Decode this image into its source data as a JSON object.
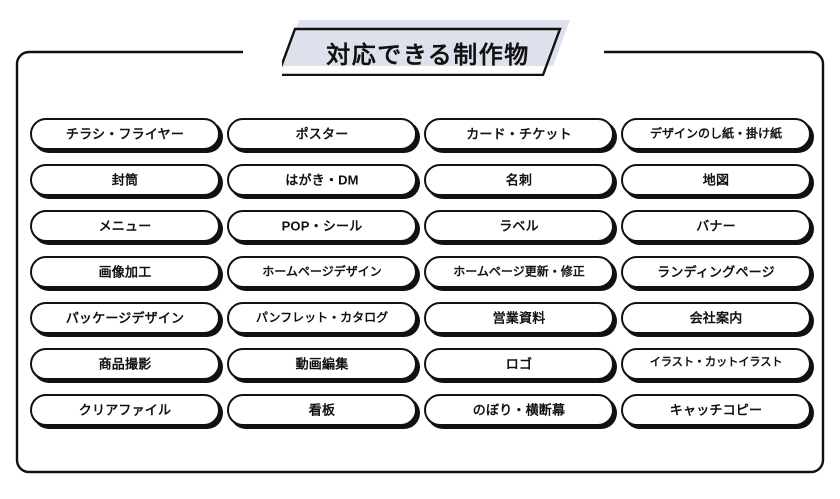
{
  "colors": {
    "ink": "#111111",
    "banner_fill": "#dde1ec",
    "page_background": "#ffffff",
    "pill_fill": "#ffffff"
  },
  "header": {
    "title": "対応できる制作物"
  },
  "grid": {
    "columns": 4,
    "rows": 7,
    "items": [
      "チラシ・フライヤー",
      "ポスター",
      "カード・チケット",
      "デザインのし紙・掛け紙",
      "封筒",
      "はがき・DM",
      "名刺",
      "地図",
      "メニュー",
      "POP・シール",
      "ラベル",
      "バナー",
      "画像加工",
      "ホームページデザイン",
      "ホームページ更新・修正",
      "ランディングページ",
      "パッケージデザイン",
      "パンフレット・カタログ",
      "営業資料",
      "会社案内",
      "商品撮影",
      "動画編集",
      "ロゴ",
      "イラスト・カットイラスト",
      "クリアファイル",
      "看板",
      "のぼり・横断幕",
      "キャッチコピー"
    ]
  }
}
